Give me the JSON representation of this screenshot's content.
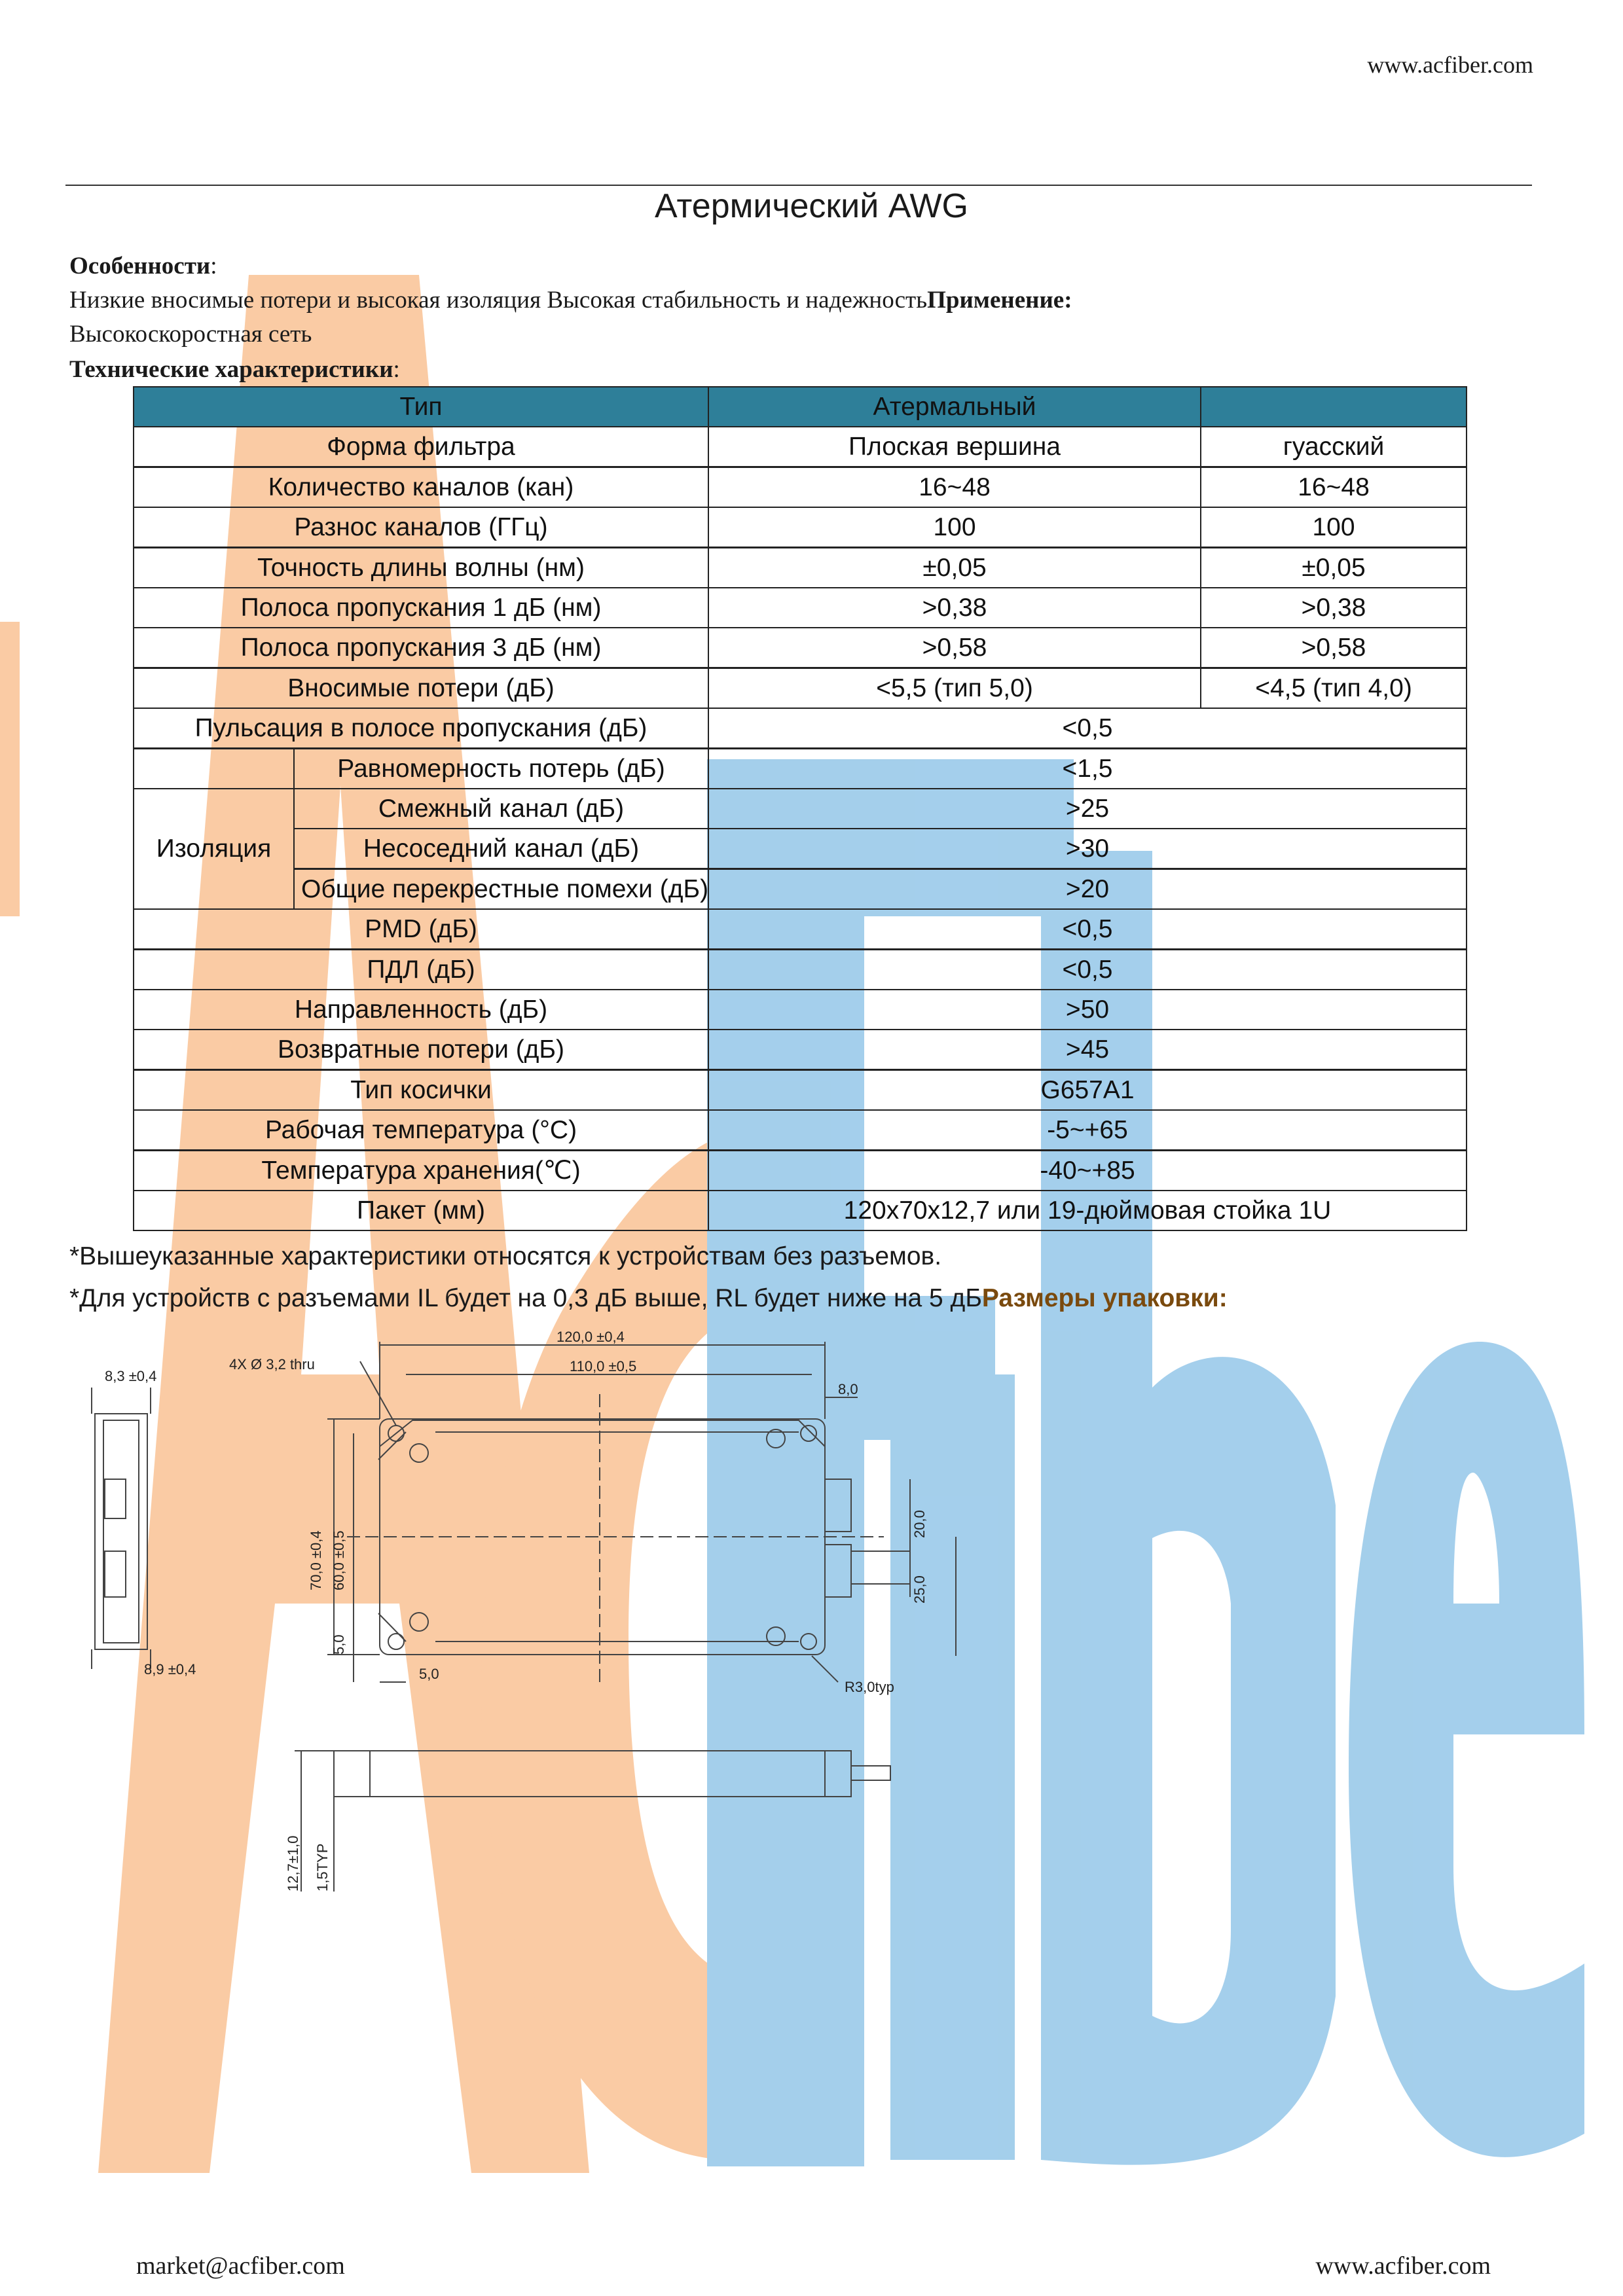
{
  "header": {
    "url": "www.acfiber.com"
  },
  "title": "Атермический AWG",
  "features": {
    "label": "Особенности",
    "colon": ":",
    "text": "Низкие вносимые потери и высокая изоляция Высокая стабильность и надежность",
    "application_label": "Применение:",
    "application_text": "Высокоскоростная сеть"
  },
  "spec_heading": {
    "label": "Технические характеристики",
    "colon": ":"
  },
  "colors": {
    "header_fill": "#2e7f99",
    "watermark_orange": "#f6a15a",
    "watermark_blue": "#5aa8dc",
    "note_accent": "#7a4a0e"
  },
  "table": {
    "header": [
      "Тип",
      "Атермальный",
      ""
    ],
    "rows": [
      [
        "Форма фильтра",
        "Плоская вершина",
        "гуасский"
      ],
      [
        "Количество каналов (кан)",
        "16~48",
        "16~48"
      ],
      [
        "Разнос каналов (ГГц)",
        "100",
        "100"
      ],
      [
        "Точность длины волны (нм)",
        "±0,05",
        "±0,05"
      ],
      [
        "Полоса пропускания 1 дБ (нм)",
        ">0,38",
        ">0,38"
      ],
      [
        "Полоса пропускания 3 дБ (нм)",
        ">0,58",
        ">0,58"
      ],
      [
        "Вносимые потери (дБ)",
        "<5,5 (тип 5,0)",
        "<4,5 (тип 4,0)"
      ],
      [
        "Пульсация в полосе пропускания (дБ)",
        "<0,5"
      ],
      [
        "Равномерность потерь (дБ)",
        "<1,5"
      ]
    ],
    "isolation": {
      "label": "Изоляция",
      "rows": [
        [
          "Смежный канал (дБ)",
          ">25"
        ],
        [
          "Несоседний канал (дБ)",
          ">30"
        ],
        [
          "Общие перекрестные помехи (дБ)",
          ">20"
        ]
      ]
    },
    "rows2": [
      [
        "PMD (дБ)",
        "<0,5"
      ],
      [
        "ПДЛ (дБ)",
        "<0,5"
      ],
      [
        "Направленность (дБ)",
        ">50"
      ],
      [
        "Возвратные потери (дБ)",
        ">45"
      ],
      [
        "Тип косички",
        "G657A1"
      ],
      [
        "Рабочая температура (°C)",
        "-5~+65"
      ],
      [
        "Температура хранения(℃)",
        "-40~+85"
      ],
      [
        "Пакет (мм)",
        "120x70x12,7 или 19-дюймовая стойка 1U"
      ]
    ]
  },
  "notes": {
    "note1": "*Вышеуказанные характеристики относятся к устройствам без разъемов.",
    "note2": "*Для устройств с разъемами IL будет на 0,3 дБ выше, RL будет ниже на 5 дБ",
    "dimensions_label": "Размеры упаковки:"
  },
  "drawing": {
    "dims": {
      "total_length": "120,0 ±0,4",
      "inner_length": "110,0 ±0,5",
      "holes": "4X Ø 3,2 thru",
      "thickness": "8,3 ±0,4",
      "bottom_width": "8,9 ±0,4",
      "right_gap": "8,0",
      "height_total": "70,0 ±0,4",
      "height_inner": "60,0 ±0,5",
      "bottom_offset": "5,0",
      "left_offset": "5,0",
      "fiber_upper": "20,0",
      "fiber_lower": "25,0",
      "corner_radius": "R3,0typ",
      "side_height": "12,7±1,0",
      "side_offset": "1,5TYP"
    }
  },
  "footer": {
    "email": "market@acfiber.com",
    "url": "www.acfiber.com"
  }
}
